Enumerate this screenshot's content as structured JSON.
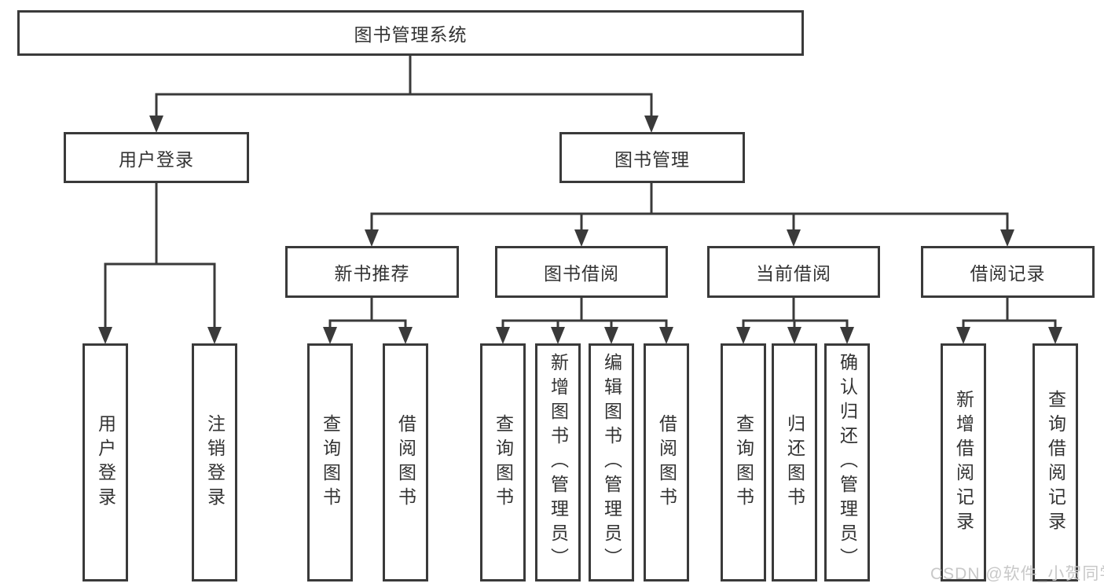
{
  "diagram": {
    "root": {
      "label": "图书管理系统"
    },
    "branches": [
      {
        "label": "用户登录",
        "leaves": [
          {
            "label": "用户登录"
          },
          {
            "label": "注销登录"
          }
        ]
      },
      {
        "label": "图书管理",
        "children": [
          {
            "label": "新书推荐",
            "leaves": [
              {
                "label": "查询图书"
              },
              {
                "label": "借阅图书"
              }
            ]
          },
          {
            "label": "图书借阅",
            "leaves": [
              {
                "label": "查询图书"
              },
              {
                "label": "新增图书（管理员）"
              },
              {
                "label": "编辑图书（管理员）"
              },
              {
                "label": "借阅图书"
              }
            ]
          },
          {
            "label": "当前借阅",
            "leaves": [
              {
                "label": "查询图书"
              },
              {
                "label": "归还图书"
              },
              {
                "label": "确认归还（管理员）"
              }
            ]
          },
          {
            "label": "借阅记录",
            "leaves": [
              {
                "label": "新增借阅记录"
              },
              {
                "label": "查询借阅记录"
              }
            ]
          }
        ]
      }
    ]
  },
  "watermark": {
    "text": "CSDN @软件_小贺同学"
  },
  "colors": {
    "line": "#3a3a3a",
    "text": "#333333",
    "watermark": "#c8c8c8",
    "background": "#ffffff"
  }
}
